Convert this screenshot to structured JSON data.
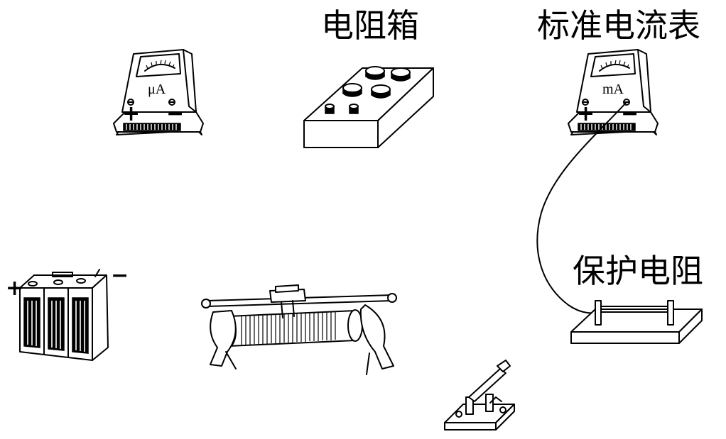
{
  "labels": {
    "resistor_box": "电阻箱",
    "standard_ammeter": "标准电流表",
    "protective_resistor": "保护电阻"
  },
  "microammeter": {
    "unit": "μA",
    "plus": "+",
    "minus": "−"
  },
  "milliammeter": {
    "unit": "mA",
    "plus": "+",
    "minus": "−"
  },
  "battery": {
    "plus": "+",
    "minus": "−"
  }
}
